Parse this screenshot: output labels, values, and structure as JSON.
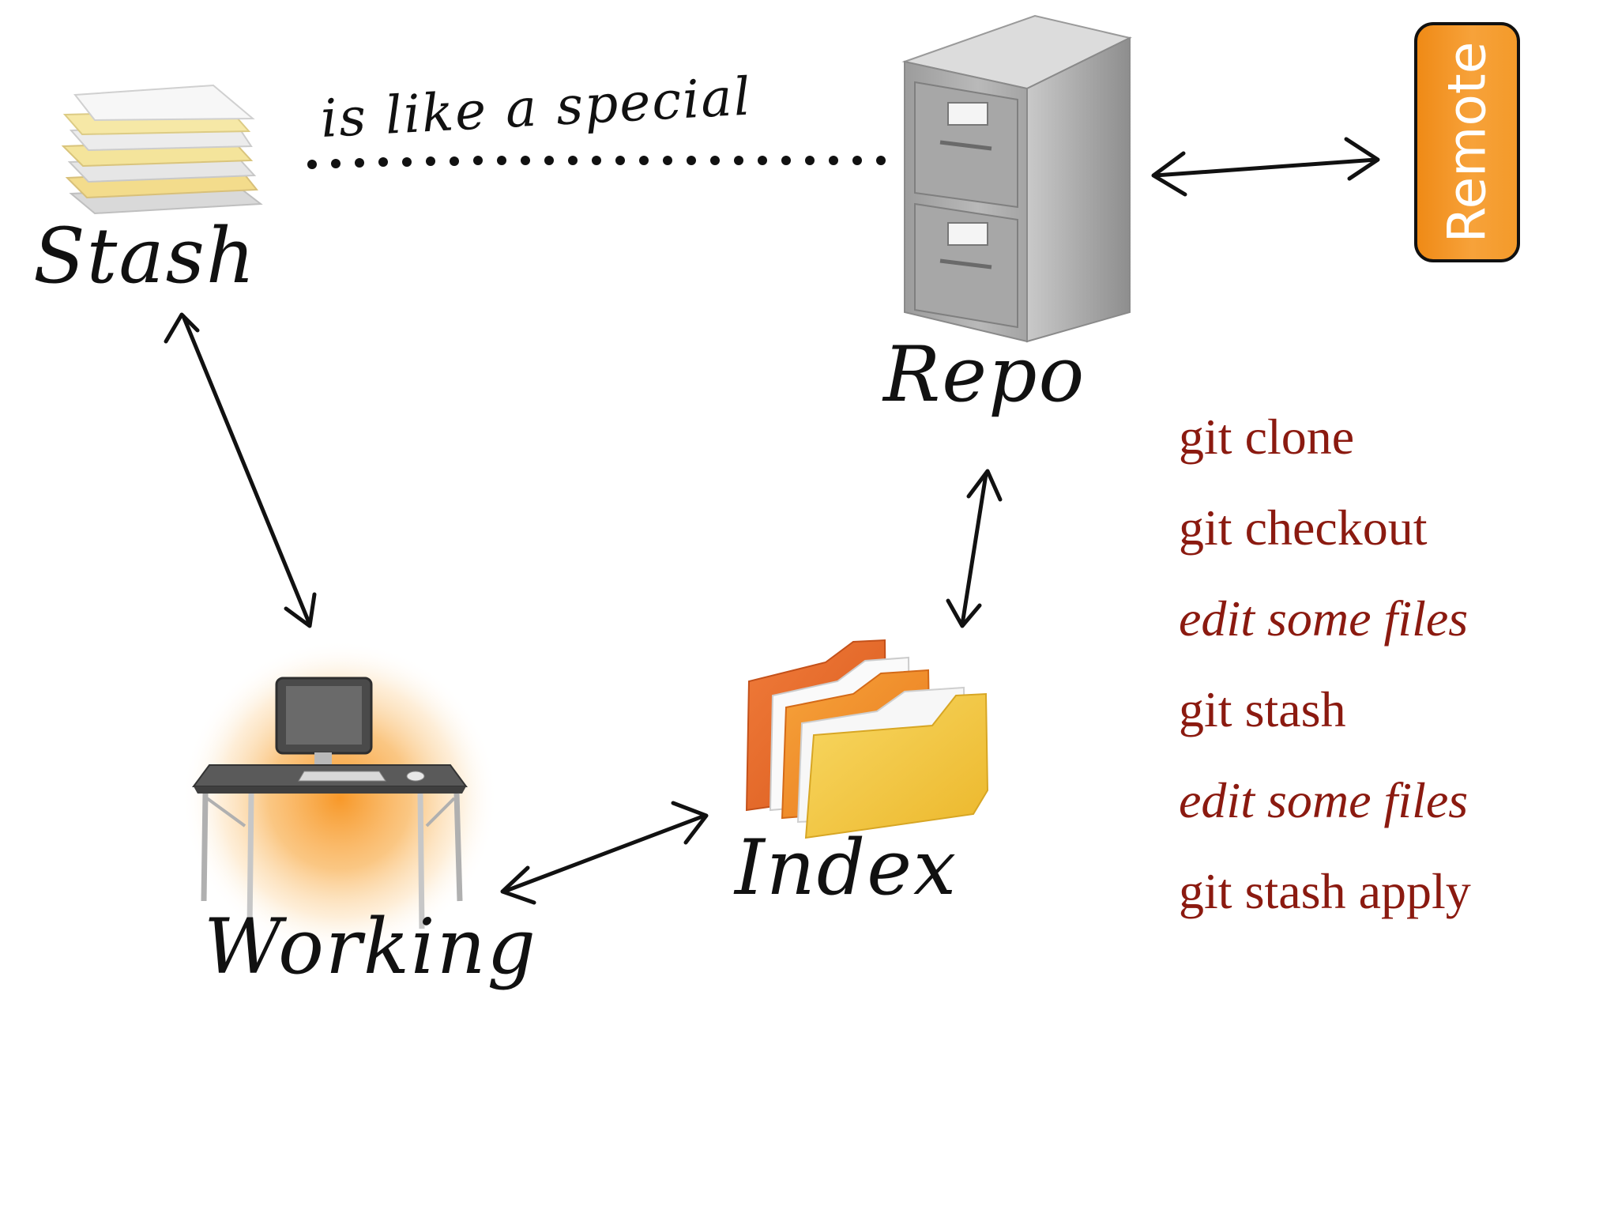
{
  "nodes": {
    "stash": "Stash",
    "repo": "Repo",
    "index": "Index",
    "working": "Working",
    "remote": "Remote"
  },
  "stash_repo_note": "is like a special",
  "commands": [
    {
      "text": "git clone",
      "italic": false
    },
    {
      "text": "git checkout",
      "italic": false
    },
    {
      "text": "edit some files",
      "italic": true
    },
    {
      "text": "git stash",
      "italic": false
    },
    {
      "text": "edit some files",
      "italic": true
    },
    {
      "text": "git stash apply",
      "italic": false
    }
  ],
  "colors": {
    "command_text": "#8b1a10",
    "remote_fill": "#f39a2a",
    "folder_orange": "#f08a24",
    "folder_yellow": "#f3c63a",
    "cabinet_gray": "#a9a9a9",
    "ink": "#111111"
  },
  "icons": [
    "paper-stack-icon",
    "file-cabinet-icon",
    "folders-icon",
    "desk-computer-icon"
  ]
}
